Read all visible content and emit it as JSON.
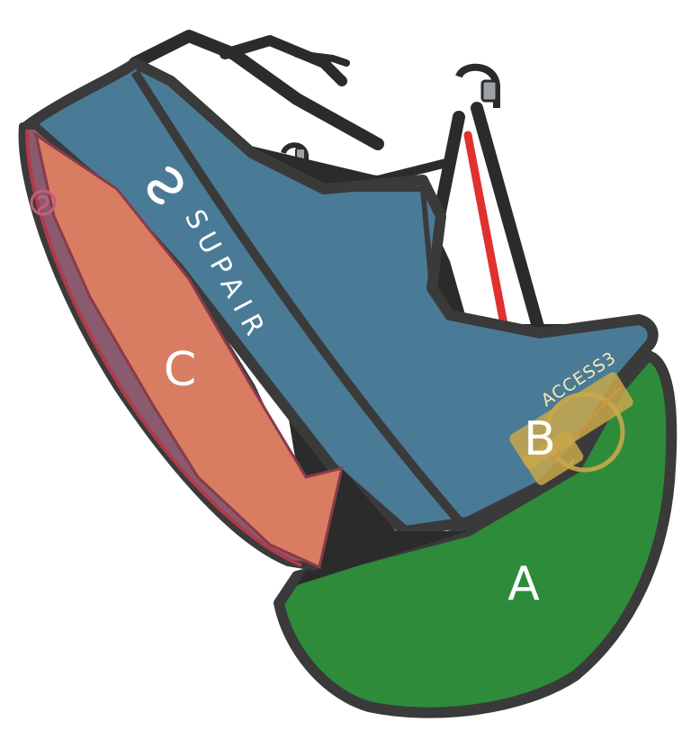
{
  "labels": {
    "a": "A",
    "b": "B",
    "c": "C"
  },
  "brand": {
    "text": "SUPAIR"
  },
  "model": {
    "text": "ACCESS3"
  },
  "icons": {
    "brand_logo": "supair-swirl-logo"
  },
  "colors": {
    "zone_a": "#2e8b3a",
    "zone_b": "#c8a84a",
    "zone_c_side": "#8a5a6e",
    "zone_c_front": "#d97d62",
    "body": "#4a7b96",
    "outline": "#3a3a3a",
    "strap": "#2b2b2b",
    "red_strap": "#e0312e"
  }
}
